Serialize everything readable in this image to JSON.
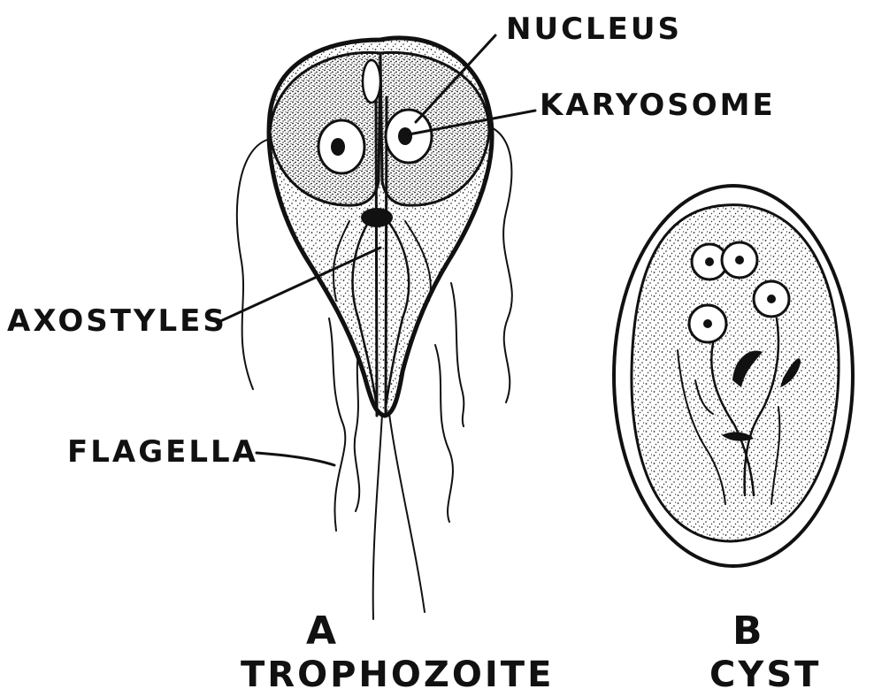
{
  "labels": {
    "nucleus": "NUCLEUS",
    "karyosome": "KARYOSOME",
    "axostyles": "AXOSTYLES",
    "flagella": "FLAGELLA"
  },
  "panels": [
    {
      "letter": "A",
      "caption": "TROPHOZOITE"
    },
    {
      "letter": "B",
      "caption": "CYST"
    }
  ],
  "colors": {
    "ink": "#111111",
    "background": "#ffffff"
  }
}
